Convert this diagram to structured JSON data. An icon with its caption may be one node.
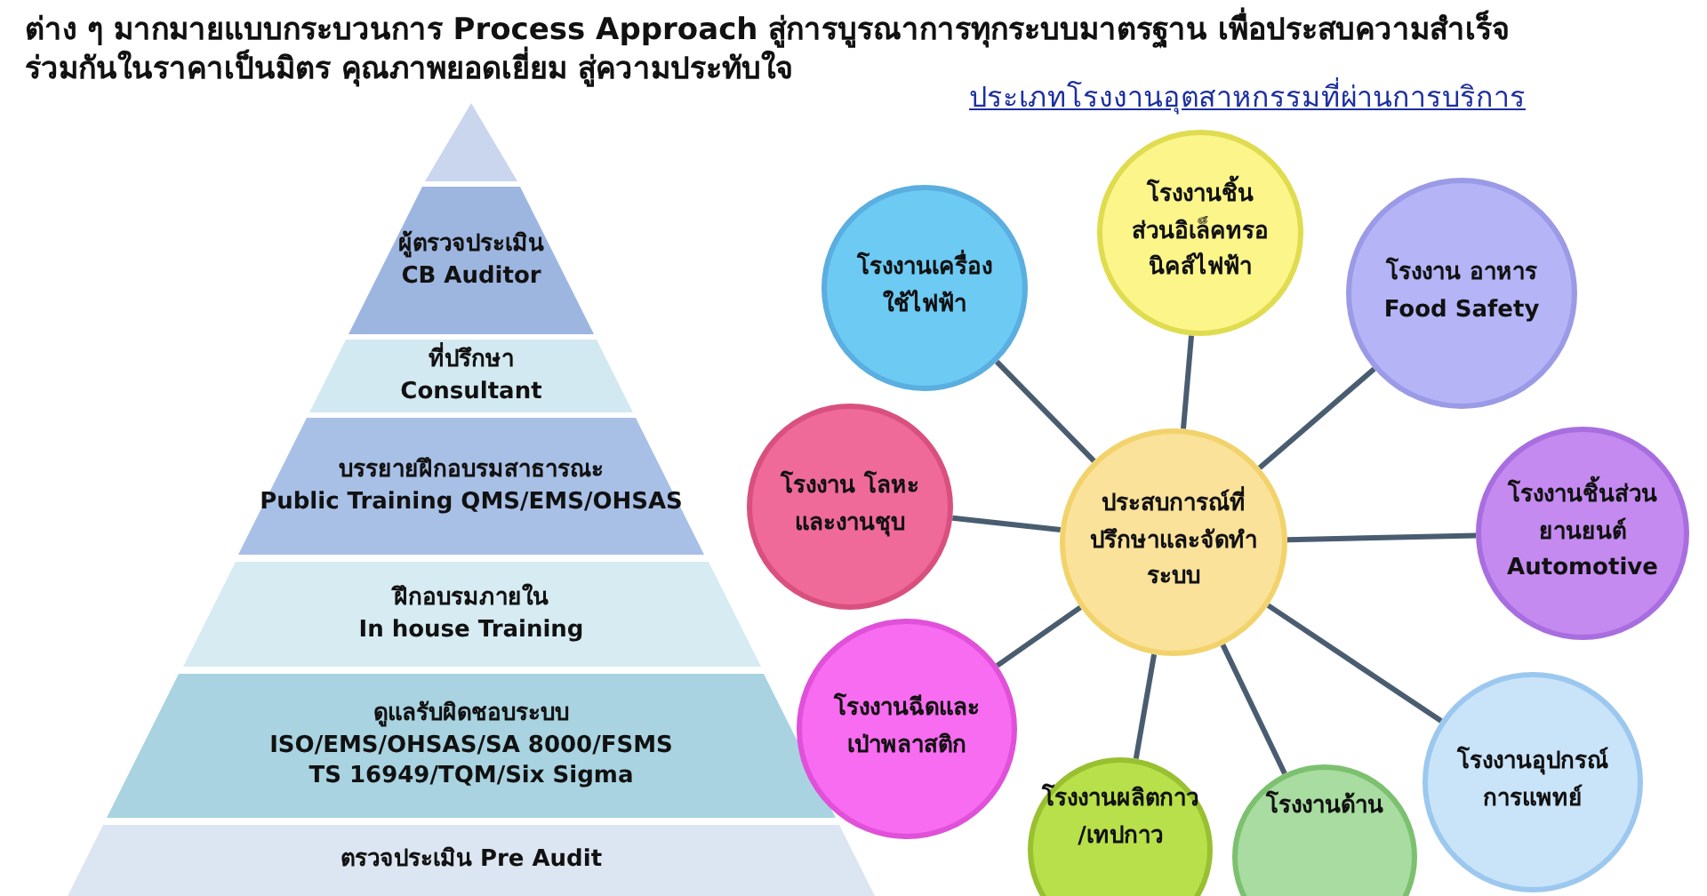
{
  "diagram": {
    "title": "ประเภทโรงงานอุตสาหกรรมที่ผ่านการบริการ",
    "labels": [
      "ต่าง ๆ มากมายแบบกระบวนการ Process Approach สู่การบูรณาการทุกระบบมาตรฐาน เพื่อประสบความสำเร็จ",
      "ร่วมกันในราคาเป็นมิตร คุณภาพยอดเยี่ยม สู่ความประทับใจ"
    ],
    "nodes": [
      {
        "text": [],
        "shape": "triangle"
      },
      {
        "text": [
          "ผู้ตรวจประเมิน",
          "CB Auditor"
        ]
      },
      {
        "text": [
          "ที่ปรึกษา",
          "Consultant"
        ]
      },
      {
        "text": [
          "บรรยายฝึกอบรมสาธารณะ",
          "Public Training QMS/EMS/OHSAS"
        ]
      },
      {
        "text": [
          "ฝึกอบรมภายใน",
          "In house Training"
        ]
      },
      {
        "text": [
          "ดูแลรับผิดชอบระบบ",
          "ISO/EMS/OHSAS/SA 8000/FSMS",
          "TS 16949/TQM/Six Sigma"
        ]
      },
      {
        "text": [
          "ตรวจประเมิน Pre Audit"
        ]
      },
      {
        "text": [
          "ประสบการณ์ที่ปรึกษาและจัดทำระบบ"
        ]
      },
      {
        "text": [
          "โรงงานเครื่องใช้ไฟฟ้า"
        ]
      },
      {
        "text": [
          "โรงงานชิ้นส่วนอิเล็คทรอนิคส์ไฟฟ้า"
        ]
      },
      {
        "text": [
          "โรงงาน อาหาร",
          "Food Safety"
        ]
      },
      {
        "text": [
          "โรงงาน โลหะและงานชุบ"
        ]
      },
      {
        "text": [
          "โรงงานชิ้นส่วนยานยนต์",
          "Automotive"
        ]
      },
      {
        "text": [
          "โรงงานฉีดและเป่าพลาสติก"
        ]
      },
      {
        "text": [
          "โรงงานอุปกรณ์การแพทย์"
        ]
      },
      {
        "text": [
          "โรงงานผลิตกาว /เทปกาว"
        ]
      },
      {
        "text": [
          "โรงงานด้าน"
        ]
      }
    ],
    "edges": [
      {
        "from": 7,
        "to": 8,
        "arrow": "none"
      },
      {
        "from": 7,
        "to": 9,
        "arrow": "none"
      },
      {
        "from": 7,
        "to": 10,
        "arrow": "none"
      },
      {
        "from": 7,
        "to": 11,
        "arrow": "none"
      },
      {
        "from": 7,
        "to": 12,
        "arrow": "none"
      },
      {
        "from": 7,
        "to": 13,
        "arrow": "none"
      },
      {
        "from": 7,
        "to": 14,
        "arrow": "none"
      },
      {
        "from": 7,
        "to": 15,
        "arrow": "none"
      },
      {
        "from": 7,
        "to": 16,
        "arrow": "none"
      }
    ]
  }
}
